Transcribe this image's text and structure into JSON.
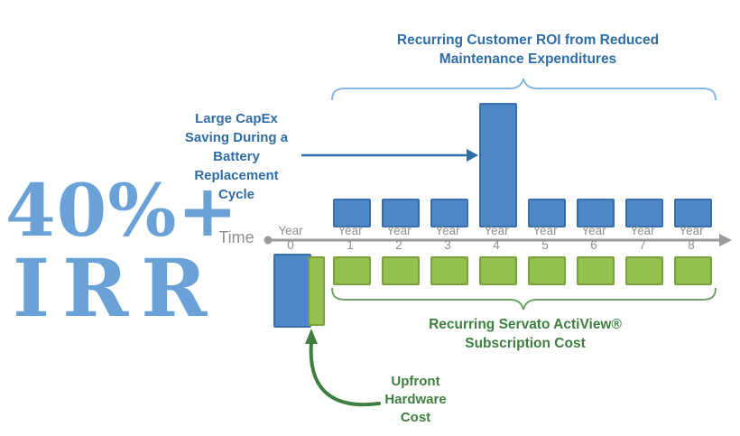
{
  "headline": {
    "percent": "40%+",
    "irr": "IRR"
  },
  "timeline": {
    "time_label": "Time",
    "year_word": "Year",
    "years": [
      "0",
      "1",
      "2",
      "3",
      "4",
      "5",
      "6",
      "7",
      "8"
    ]
  },
  "annotations": {
    "roi_line1": "Recurring Customer ROI from Reduced",
    "roi_line2": "Maintenance Expenditures",
    "capex_line1": "Large CapEx",
    "capex_line2": "Saving During a",
    "capex_line3": "Battery",
    "capex_line4": "Replacement",
    "capex_line5": "Cycle",
    "subscription_line1": "Recurring Servato ActiView®",
    "subscription_line2": "Subscription Cost",
    "upfront_line1": "Upfront",
    "upfront_line2": "Hardware",
    "upfront_line3": "Cost"
  },
  "colors": {
    "bar_blue": "#4e87c6",
    "bar_blue_border": "#3a6fae",
    "bar_green": "#95c150",
    "bar_green_border": "#76a13b",
    "text_blue": "#2e6da6",
    "text_green": "#3e7f41",
    "headline_blue": "#6aa2d8",
    "axis_gray": "#9a9a9a",
    "brace_blue": "#85b7e2",
    "brace_green": "#6ba263"
  },
  "chart_data": {
    "type": "bar",
    "categories": [
      "Year 0",
      "Year 1",
      "Year 2",
      "Year 3",
      "Year 4",
      "Year 5",
      "Year 6",
      "Year 7",
      "Year 8"
    ],
    "series": [
      {
        "name": "Recurring Customer ROI from Reduced Maintenance Expenditures",
        "color": "#4e87c6",
        "values": [
          0,
          1,
          1,
          1,
          4.8,
          1,
          1,
          1,
          1
        ]
      },
      {
        "name": "Recurring Servato ActiView® Subscription Cost",
        "color": "#95c150",
        "values": [
          -2.6,
          -1,
          -1,
          -1,
          -1,
          -1,
          -1,
          -1,
          -1
        ]
      },
      {
        "name": "Upfront Hardware Cost",
        "color": "#4e87c6",
        "values": [
          -2.8,
          0,
          0,
          0,
          0,
          0,
          0,
          0,
          0
        ]
      }
    ],
    "xlabel": "Time",
    "title": "40%+ IRR"
  }
}
